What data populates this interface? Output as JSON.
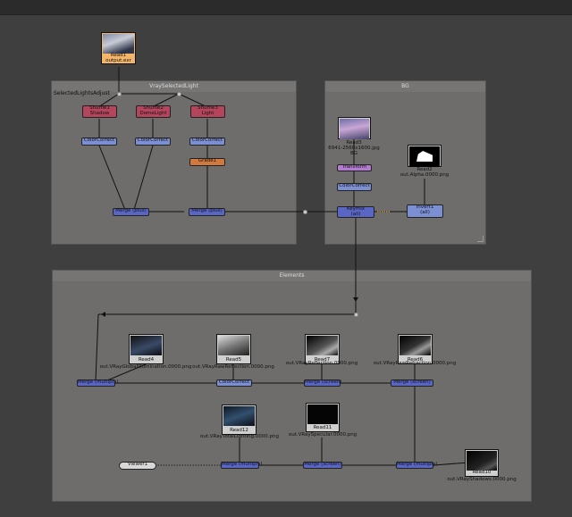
{
  "backdrops": {
    "vray": "VraySelectedLight",
    "bg": "BG",
    "elements": "Elements"
  },
  "labels": {
    "selected_lights": "SelectedLightsAdjust"
  },
  "nodes": {
    "read1": {
      "name": "Read1",
      "file": "output.exr"
    },
    "shuffle1": {
      "name": "Shuffle1",
      "sub": "Shadow"
    },
    "shuffle2": {
      "name": "Shuffle2",
      "sub": "DomeLight"
    },
    "shuffle3": {
      "name": "Shuffle3",
      "sub": "Light"
    },
    "cc1": "ColorCorrect",
    "cc2": "ColorCorrect",
    "cc3": "ColorCorrect",
    "grade1": "Grade1",
    "merge1": "Merge (plus)",
    "merge2": "Merge (plus)",
    "read3": {
      "name": "Read3",
      "file": "6941-2560x1600.jpg",
      "sub": "BG"
    },
    "transform": "Transform",
    "cc_bg": "ColorCorrect",
    "read2": {
      "name": "Read2",
      "file": "out.Alpha.0000.png"
    },
    "keymix": {
      "name": "Keymix",
      "sub": "(all)"
    },
    "invert": {
      "name": "Invert1",
      "sub": "(all)"
    },
    "read4": {
      "name": "Read4",
      "file": "out.VRayGlobalIllumination.0000.png"
    },
    "read5": {
      "name": "Read5",
      "file": "out.VRayRawReflection.0000.png"
    },
    "read7": {
      "name": "Read7",
      "file": "out.VRayReflection.0000.png"
    },
    "read6": {
      "name": "Read6",
      "file": "out.VRayRawRefraction.0000.png"
    },
    "read12": {
      "name": "Read12",
      "file": "out.VRayTotalLighting.0000.png"
    },
    "read11": {
      "name": "Read11",
      "file": "out.VRaySpecular.0000.png"
    },
    "read10": {
      "name": "Read10",
      "file": "out.VRayShadows.0000.png"
    },
    "merge_gi": "Merge (multiply)",
    "cc_el": "ColorCorrect",
    "merge_screen1": "Merge (screen)",
    "merge_screen2": "Merge (screen)",
    "merge_mult2": "Merge (multiply)",
    "merge_screen3": "Merge (screen)",
    "merge_mult3": "Merge (multiply)",
    "viewer": "Viewer1"
  }
}
